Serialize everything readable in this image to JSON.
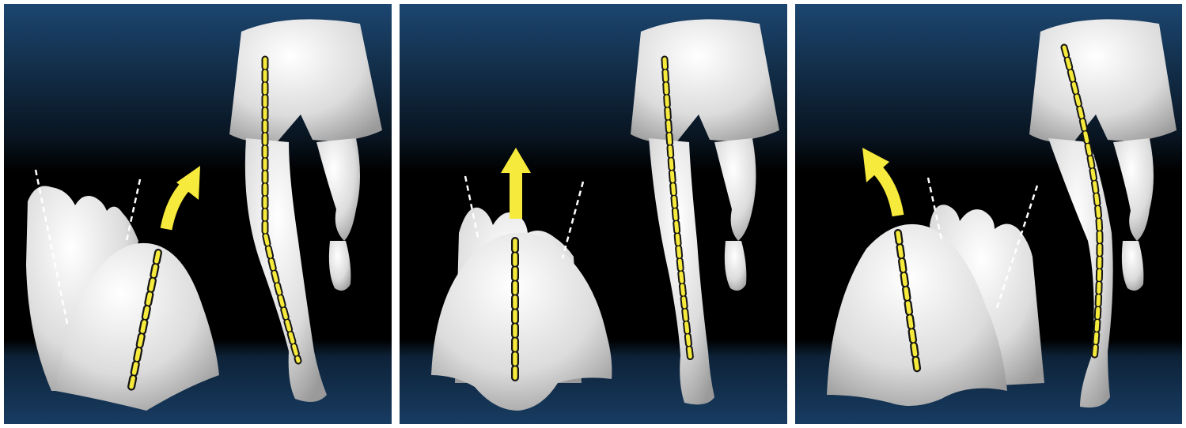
{
  "figure": {
    "panel_count": 3,
    "background_colors": {
      "top": "#1c4670",
      "middle": "#000000",
      "floor": "#183c62"
    },
    "marker_color": "#f6ea3c",
    "marker_outline": "#151515",
    "dashed_line_color": "#ffffff",
    "model_color": "#e8e8e8",
    "panels": [
      {
        "id": "panel-1",
        "arrow": "curved-right-arrow",
        "foot_axis": "tilted-right",
        "leg_line": "curved-inward"
      },
      {
        "id": "panel-2",
        "arrow": "straight-up-arrow",
        "foot_axis": "vertical",
        "leg_line": "straight"
      },
      {
        "id": "panel-3",
        "arrow": "curved-left-arrow",
        "foot_axis": "tilted-left",
        "leg_line": "curved-outward"
      }
    ]
  }
}
